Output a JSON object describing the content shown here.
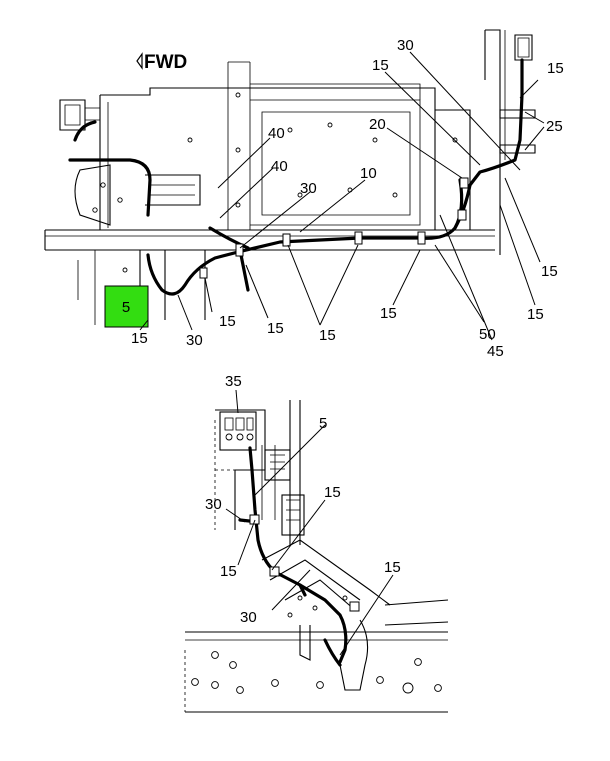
{
  "top_view": {
    "direction_label": "FWD",
    "highlight_color": "#33dd11",
    "callouts": {
      "highlighted_item": "5",
      "c30_top": "30",
      "c15_top": "15",
      "c15_upper_right": "15",
      "c25": "25",
      "c20": "20",
      "c40_a": "40",
      "c40_b": "40",
      "c30_mid": "30",
      "c10": "10",
      "c15_right_a": "15",
      "c15_right_b": "15",
      "c15_under_box": "15",
      "c30_bottom": "30",
      "c15_b1": "15",
      "c15_b2": "15",
      "c15_b3": "15",
      "c15_b4": "15",
      "c50": "50",
      "c45": "45"
    }
  },
  "detail_view": {
    "callouts": {
      "c35": "35",
      "c5": "5",
      "c30_upper": "30",
      "c15_mid": "15",
      "c15_left": "15",
      "c30_lower": "30",
      "c15_right": "15"
    }
  },
  "icons": {
    "fwd_arrow": "fwd-arrow-icon"
  }
}
